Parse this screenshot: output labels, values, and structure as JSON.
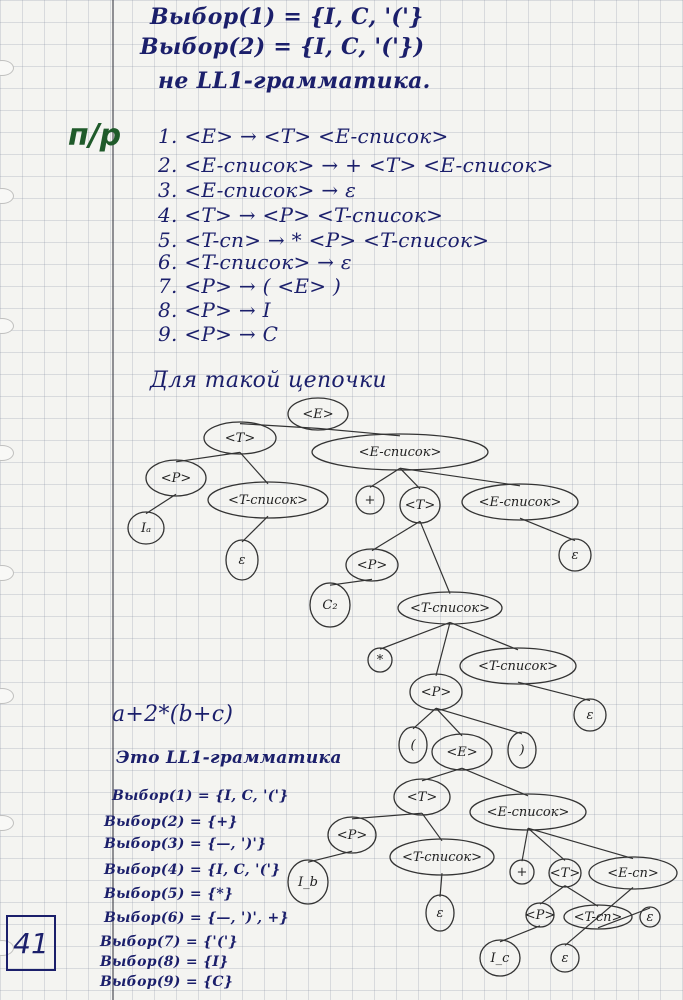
{
  "header": {
    "line1": "Выбор(1) = {I, C, '('}",
    "line2": "Выбор(2) = {I, C, '('})",
    "note": "не LL1-грамматика."
  },
  "mark": "п/р",
  "rules": [
    "1. <E> → <T> <E-список>",
    "2. <E-список> → + <T> <E-список>",
    "3. <E-список> → ε",
    "4. <T> → <P> <T-список>",
    "5. <T-сп> → * <P> <T-список>",
    "6. <T-список> → ε",
    "7. <P> → ( <E> )",
    "8. <P> → I",
    "9. <P> → C"
  ],
  "tree_caption": "Для такой цепочки",
  "expression": "a+2*(b+c)",
  "conclusion": "Это LL1-грамматика",
  "selections": [
    "Выбор(1) = {I, C, '('}",
    "Выбор(2) = {+}",
    "Выбор(3) = {—, ')'}",
    "Выбор(4) = {I, C, '('}",
    "Выбор(5) = {*}",
    "Выбор(6) = {—, ')', +}",
    "Выбор(7) = {'('}",
    "Выбор(8) = {I}",
    "Выбор(9) = {C}"
  ],
  "page_number": "41",
  "tree_nodes": [
    {
      "id": "E1",
      "label": "<E>"
    },
    {
      "id": "T1",
      "label": "<T>"
    },
    {
      "id": "EL1",
      "label": "<E-список>"
    },
    {
      "id": "P1",
      "label": "<P>"
    },
    {
      "id": "TL1",
      "label": "<T-список>"
    },
    {
      "id": "Ia",
      "label": "Iₐ"
    },
    {
      "id": "eps1",
      "label": "ε"
    },
    {
      "id": "plus1",
      "label": "+"
    },
    {
      "id": "T2",
      "label": "<T>"
    },
    {
      "id": "EL2",
      "label": "<E-список>"
    },
    {
      "id": "eps2",
      "label": "ε"
    },
    {
      "id": "P2",
      "label": "<P>"
    },
    {
      "id": "C2",
      "label": "C₂"
    },
    {
      "id": "TL2",
      "label": "<T-список>"
    },
    {
      "id": "star1",
      "label": "*"
    },
    {
      "id": "TL3",
      "label": "<T-список>"
    },
    {
      "id": "P3",
      "label": "<P>"
    },
    {
      "id": "eps3",
      "label": "ε"
    },
    {
      "id": "lp",
      "label": "("
    },
    {
      "id": "E2",
      "label": "<E>"
    },
    {
      "id": "rp",
      "label": ")"
    },
    {
      "id": "T3",
      "label": "<T>"
    },
    {
      "id": "EL3",
      "label": "<E-список>"
    },
    {
      "id": "P4",
      "label": "<P>"
    },
    {
      "id": "TL4",
      "label": "<T-список>"
    },
    {
      "id": "Ib",
      "label": "I_b"
    },
    {
      "id": "eps4",
      "label": "ε"
    },
    {
      "id": "plus2",
      "label": "+"
    },
    {
      "id": "T4",
      "label": "<T>"
    },
    {
      "id": "EL4",
      "label": "<E-сп>"
    },
    {
      "id": "P5",
      "label": "<P>"
    },
    {
      "id": "TL5",
      "label": "<T-сп>"
    },
    {
      "id": "eps5",
      "label": "ε"
    },
    {
      "id": "Ic",
      "label": "I_c"
    },
    {
      "id": "eps6",
      "label": "ε"
    }
  ],
  "tree_edges": [
    [
      "E1",
      "T1"
    ],
    [
      "E1",
      "EL1"
    ],
    [
      "T1",
      "P1"
    ],
    [
      "T1",
      "TL1"
    ],
    [
      "P1",
      "Ia"
    ],
    [
      "TL1",
      "eps1"
    ],
    [
      "EL1",
      "plus1"
    ],
    [
      "EL1",
      "T2"
    ],
    [
      "EL1",
      "EL2"
    ],
    [
      "EL2",
      "eps2"
    ],
    [
      "T2",
      "P2"
    ],
    [
      "T2",
      "TL2"
    ],
    [
      "P2",
      "C2"
    ],
    [
      "TL2",
      "star1"
    ],
    [
      "TL2",
      "P3"
    ],
    [
      "TL2",
      "TL3"
    ],
    [
      "TL3",
      "eps3"
    ],
    [
      "P3",
      "lp"
    ],
    [
      "P3",
      "E2"
    ],
    [
      "P3",
      "rp"
    ],
    [
      "E2",
      "T3"
    ],
    [
      "E2",
      "EL3"
    ],
    [
      "T3",
      "P4"
    ],
    [
      "T3",
      "TL4"
    ],
    [
      "P4",
      "Ib"
    ],
    [
      "TL4",
      "eps4"
    ],
    [
      "EL3",
      "plus2"
    ],
    [
      "EL3",
      "T4"
    ],
    [
      "EL3",
      "EL4"
    ],
    [
      "T4",
      "P5"
    ],
    [
      "T4",
      "TL5"
    ],
    [
      "P5",
      "Ic"
    ],
    [
      "TL5",
      "eps5"
    ],
    [
      "EL4",
      "eps6"
    ]
  ]
}
